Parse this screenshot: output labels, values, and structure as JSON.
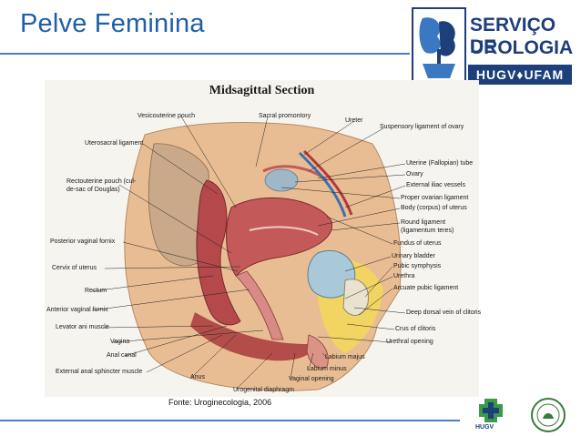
{
  "slide": {
    "title": "Pelve Feminina",
    "caption": "Fonte: Uroginecologia, 2006"
  },
  "logo": {
    "line1": "SERVIÇO DE",
    "line2": "UROLOGIA",
    "bar": "HUGV♦UFAM"
  },
  "footer_logo": {
    "hugv_text": "HUGV"
  },
  "figure": {
    "title": "Midsagittal Section",
    "labels": {
      "vesicouterine_pouch": "Vesicouterine pouch",
      "sacral_promontory": "Sacral promontory",
      "ureter": "Ureter",
      "suspensory_ligament": "Suspensory ligament of ovary",
      "uterosacral_ligament": "Uterosacral ligament",
      "uterine_tube": "Uterine (Fallopian) tube",
      "ovary": "Ovary",
      "external_iliac": "External iliac vessels",
      "rectouterine_pouch_1": "Rectouterine pouch (cul-",
      "rectouterine_pouch_2": "de-sac of Douglas)",
      "proper_ovarian": "Proper ovarian ligament",
      "body_uterus": "Body (corpus) of uterus",
      "round_ligament_1": "Round ligament",
      "round_ligament_2": "(ligamentum teres)",
      "posterior_fornix": "Posterior vaginal fornix",
      "fundus": "Fundus of uterus",
      "urinary_bladder": "Urinary bladder",
      "cervix": "Cervix of uterus",
      "pubic_symphysis": "Pubic symphysis",
      "urethra": "Urethra",
      "rectum": "Rectum",
      "arcuate": "Arcuate pubic ligament",
      "anterior_fornix": "Anterior vaginal fornix",
      "deep_dorsal_vein": "Deep dorsal vein of clitoris",
      "levator_ani": "Levator ani muscle",
      "crus_clitoris": "Crus of clitoris",
      "vagina": "Vagina",
      "urethral_opening": "Urethral opening",
      "anal_canal": "Anal canal",
      "labium_majus": "Labium majus",
      "ext_anal_sphincter": "External anal sphincter muscle",
      "labium_minus": "Labium minus",
      "anus": "Anus",
      "vaginal_opening": "Vaginal opening",
      "urogenital_diaphragm": "Urogenital diaphragm"
    }
  },
  "colors": {
    "title_blue": "#1f5fa8",
    "logo_navy": "#1d3f7a",
    "skin": "#e7b98f",
    "muscle": "#b8474a",
    "fat": "#f0d35a",
    "bladder": "#a8c8d8"
  }
}
